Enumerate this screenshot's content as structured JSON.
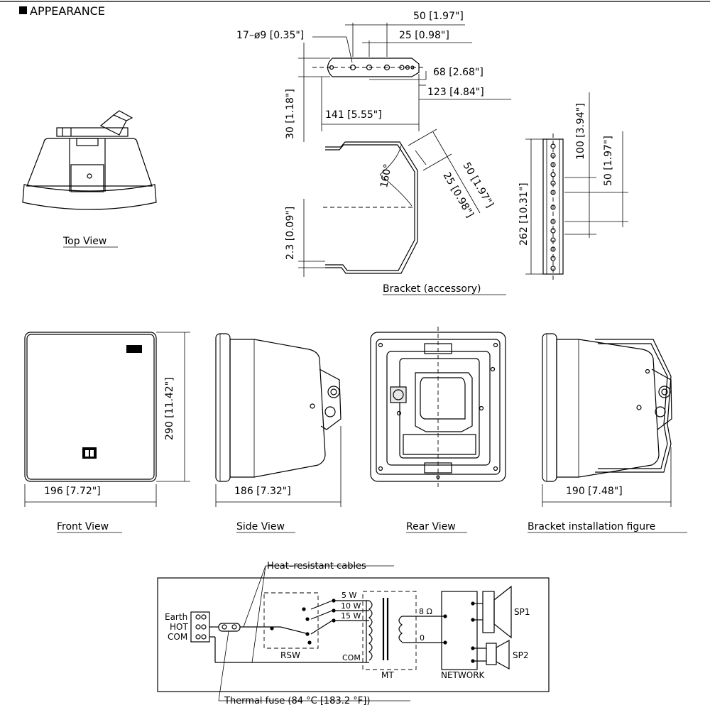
{
  "header": {
    "title": "APPEARANCE"
  },
  "views": {
    "top": "Top View",
    "bracket": "Bracket (accessory)",
    "front": "Front View",
    "side": "Side View",
    "rear": "Rear View",
    "bracket_install": "Bracket installation figure"
  },
  "dimensions": {
    "hole": "17–ø9 [0.35\"]",
    "d50_top": "50 [1.97\"]",
    "d25_top": "25 [0.98\"]",
    "d68": "68 [2.68\"]",
    "d123": "123 [4.84\"]",
    "d141": "141 [5.55\"]",
    "d30": "30 [1.18\"]",
    "angle": "160°",
    "d25_diag": "25 [0.98\"]",
    "d50_diag": "50 [1.97\"]",
    "d2_3": "2.3 [0.09\"]",
    "d100": "100 [3.94\"]",
    "d50_side": "50 [1.97\"]",
    "d262": "262 [10.31\"]",
    "d290": "290 [11.42\"]",
    "d196": "196 [7.72\"]",
    "d186": "186 [7.32\"]",
    "d190": "190 [7.48\"]"
  },
  "circuit": {
    "heat_cables": "Heat–resistant cables",
    "thermal_fuse": "Thermal fuse (84 °C [183.2 °F])",
    "earth": "Earth",
    "hot": "HOT",
    "com": "COM",
    "rsw": "RSW",
    "w5": "5  W",
    "w10": "10  W",
    "w15": "15  W",
    "com_tap": "COM",
    "mt": "MT",
    "ohm8": "8  Ω",
    "zero": "0",
    "network": "NETWORK",
    "sp1": "SP1",
    "sp2": "SP2"
  }
}
